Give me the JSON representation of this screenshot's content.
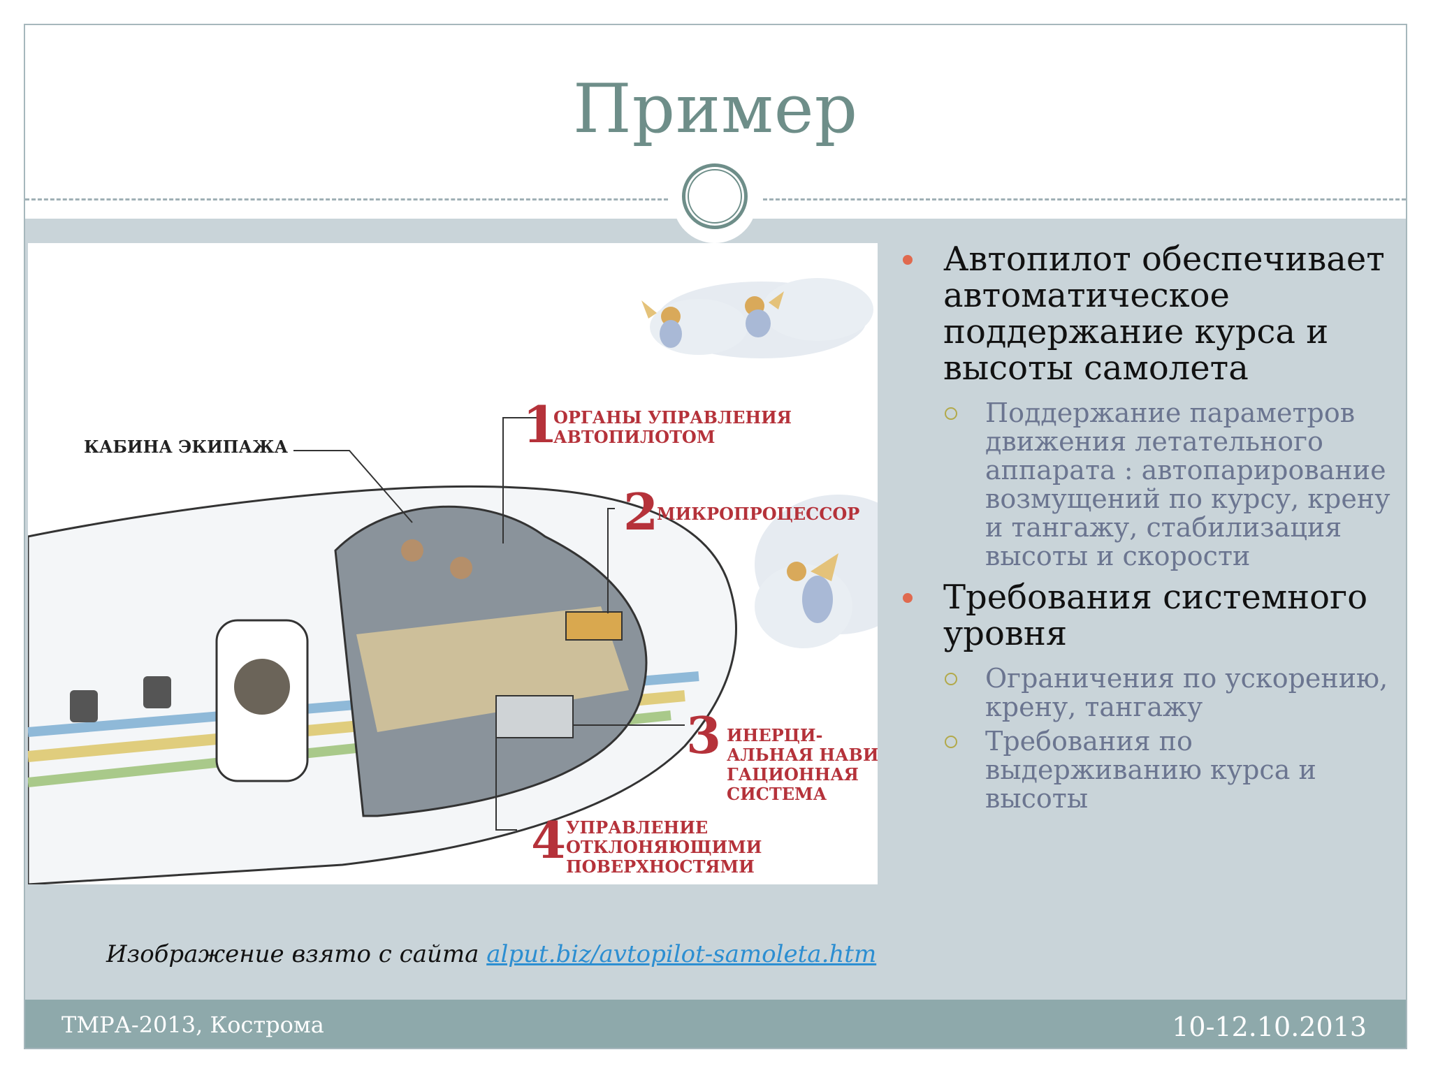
{
  "slide": {
    "title": "Пример"
  },
  "illustration": {
    "labels": {
      "cabin": "КАБИНА ЭКИПАЖА",
      "n1": "1",
      "l1a": "ОРГАНЫ УПРАВЛЕНИЯ",
      "l1b": "АВТОПИЛОТОМ",
      "n2": "2",
      "l2": "МИКРОПРОЦЕССОР",
      "n3": "3",
      "l3a": "ИНЕРЦИ-",
      "l3b": "АЛЬНАЯ НАВИ-",
      "l3c": "ГАЦИОННАЯ",
      "l3d": "СИСТЕМА",
      "n4": "4",
      "l4a": "УПРАВЛЕНИЕ",
      "l4b": "ОТКЛОНЯЮЩИМИ",
      "l4c": "ПОВЕРХНОСТЯМИ"
    }
  },
  "bullets": {
    "b1": {
      "text": "Автопилот обеспечивает автоматическое поддержание курса и высоты самолета",
      "sub1": "Поддержание параметров движения летательного аппарата : автопарирование возмущений по курсу, крену и тангажу, стабилизация высоты и скорости"
    },
    "b2": {
      "text": "Требования системного уровня",
      "sub1": "Ограничения по ускорению, крену, тангажу",
      "sub2": "Требования по выдерживанию курса и высоты"
    }
  },
  "caption": {
    "text": "Изображение взято с сайта",
    "link": "alput.biz/avtopilot-samoleta.htm"
  },
  "footer": {
    "left": "ТМРА-2013, Кострома",
    "right": "10-12.10.2013"
  },
  "colors": {
    "title": "#6e8e89",
    "band": "#c9d4d9",
    "footer": "#8ea9ab",
    "bullet_dot": "#e06a4f",
    "sub_ring": "#b2a94a",
    "label_red": "#b5323a"
  }
}
